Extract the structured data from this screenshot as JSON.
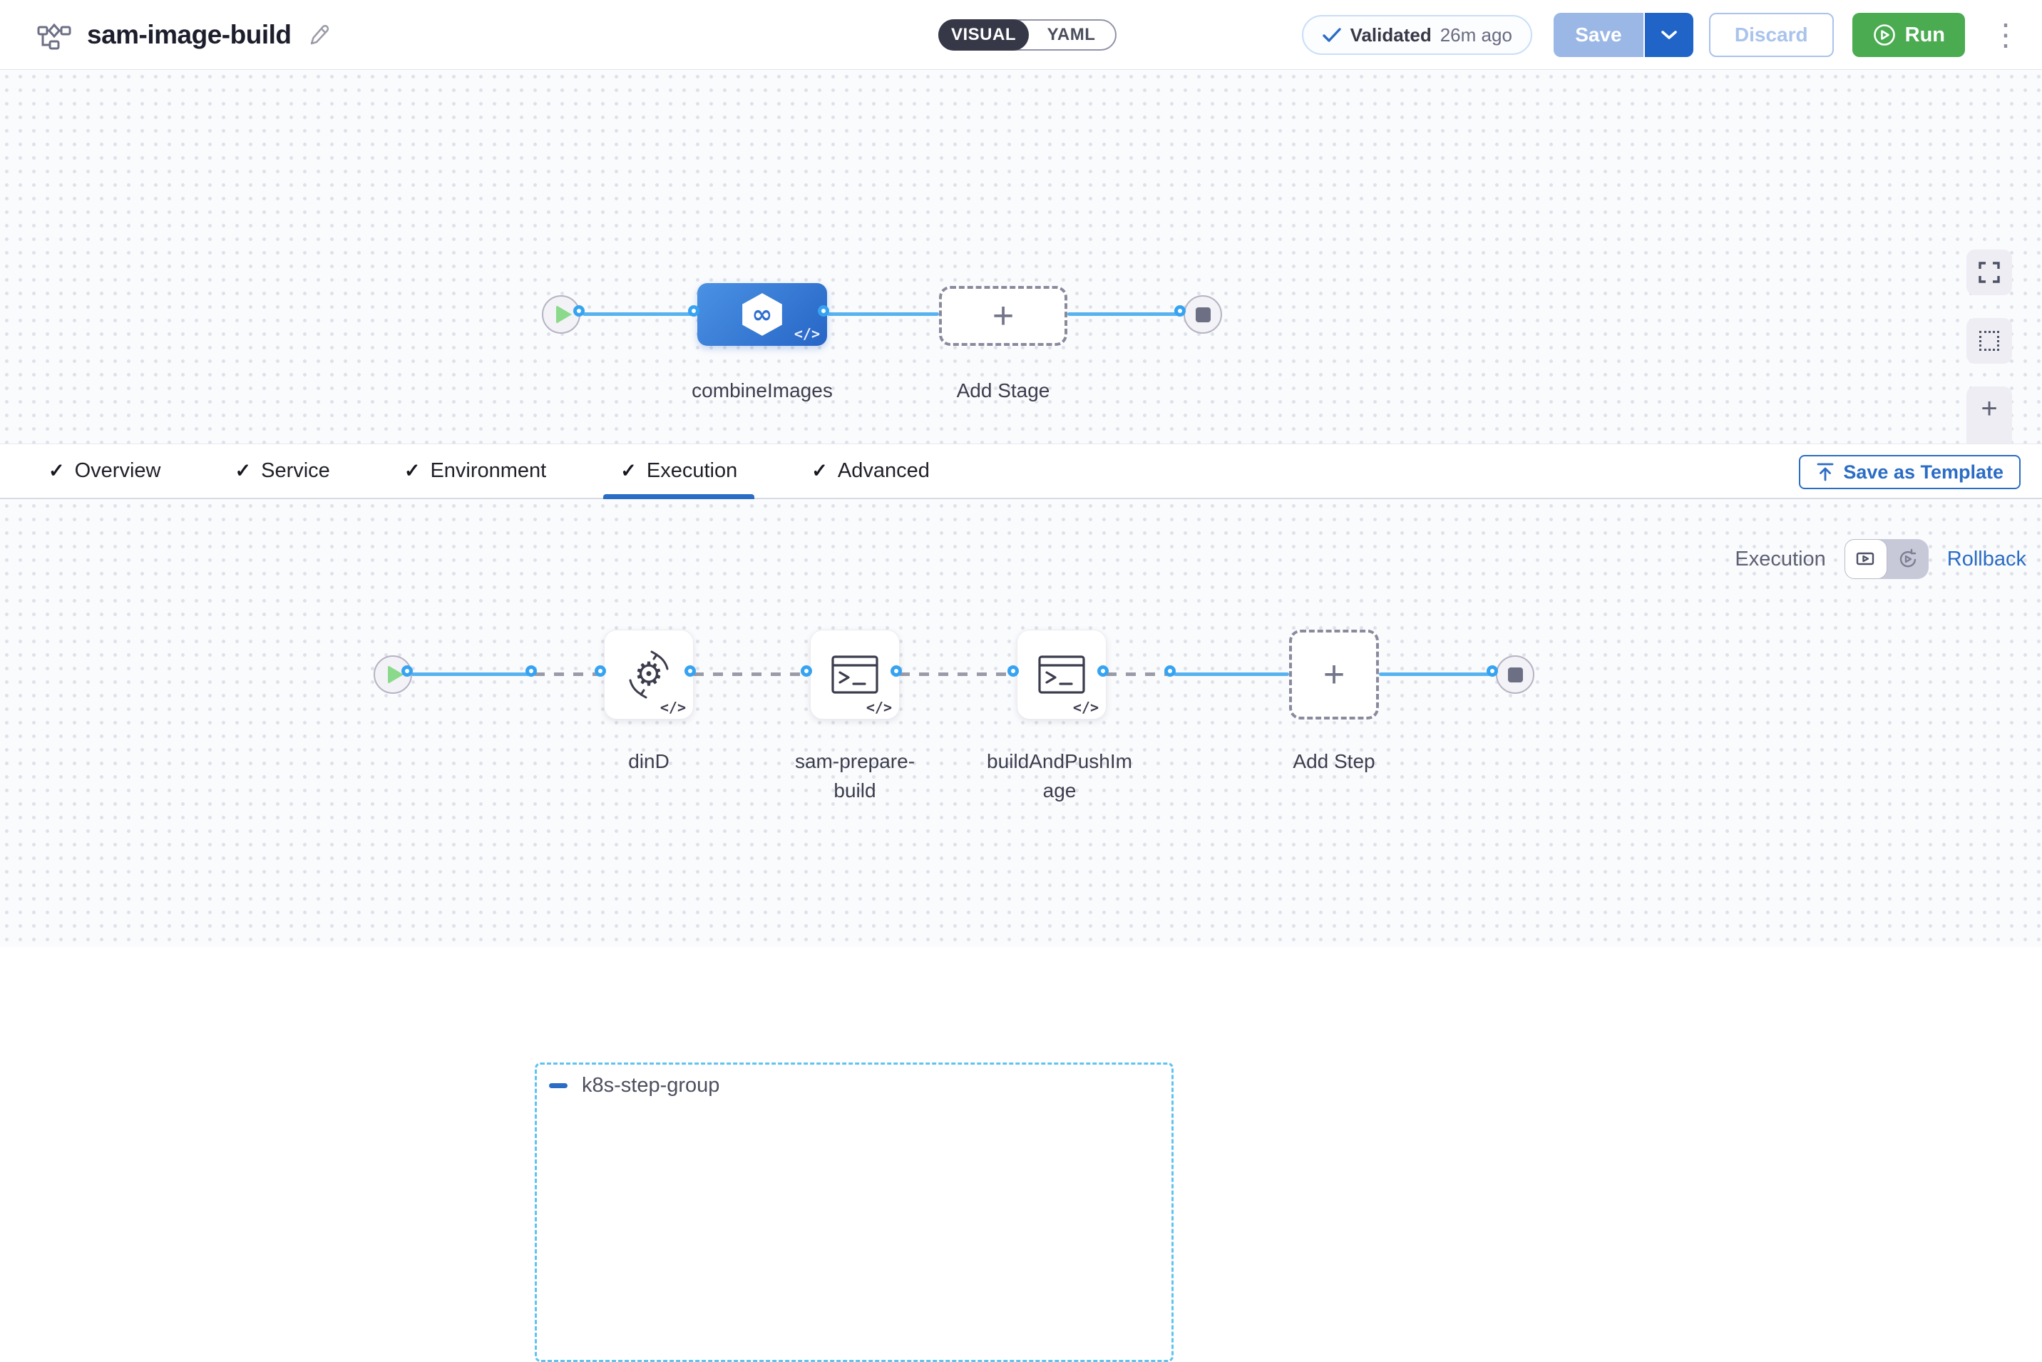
{
  "header": {
    "title": "sam-image-build",
    "view_toggle": {
      "visual_label": "VISUAL",
      "yaml_label": "YAML",
      "selected": "VISUAL"
    },
    "validation_badge": {
      "label": "Validated",
      "time_ago": "26m ago"
    },
    "save_button": {
      "label": "Save"
    },
    "discard_button": {
      "label": "Discard"
    },
    "run_button": {
      "label": "Run"
    }
  },
  "stage_canvas": {
    "stage": {
      "label": "combineImages"
    },
    "add_stage": {
      "label": "Add Stage"
    }
  },
  "tabs": {
    "items": [
      {
        "label": "Overview",
        "complete": true,
        "active": false
      },
      {
        "label": "Service",
        "complete": true,
        "active": false
      },
      {
        "label": "Environment",
        "complete": true,
        "active": false
      },
      {
        "label": "Execution",
        "complete": true,
        "active": true
      },
      {
        "label": "Advanced",
        "complete": true,
        "active": false
      }
    ],
    "save_as_template": {
      "label": "Save as Template"
    }
  },
  "execution_canvas": {
    "mode_switch": {
      "left_label": "Execution",
      "right_label": "Rollback",
      "selected": "Execution"
    },
    "step_group": {
      "label": "k8s-step-group",
      "collapsed": false
    },
    "steps": [
      {
        "label": "dinD",
        "icon": "gear-sync-icon"
      },
      {
        "label": "sam-prepare-build",
        "icon": "terminal-icon"
      },
      {
        "label": "buildAndPushImage",
        "icon": "terminal-icon"
      }
    ],
    "add_step": {
      "label": "Add Step"
    }
  },
  "icons": {
    "check": "✓",
    "plus": "+",
    "kebab_menu": "⋮",
    "code_badge": "</>",
    "infinity": "∞",
    "zoom_in": "+",
    "zoom_out": "−"
  },
  "colors": {
    "primary_blue": "#2b6cc4",
    "edge_blue": "#57b3f0",
    "connector_blue": "#36a3f2",
    "run_green": "#4aab51",
    "dark_toggle": "#373847",
    "dashed_gray": "#9a9ba8",
    "canvas_bg": "#fafbfd"
  }
}
